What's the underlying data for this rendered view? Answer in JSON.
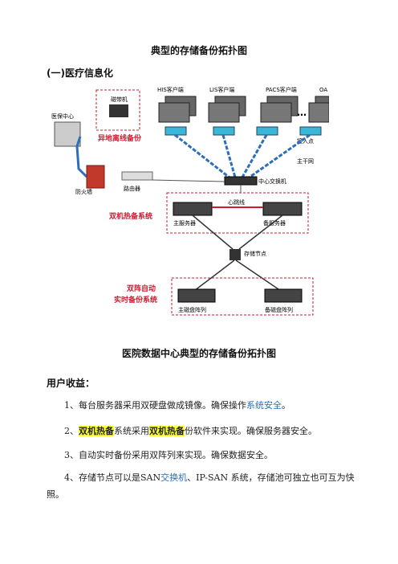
{
  "doc": {
    "title": "典型的存储备份拓扑图",
    "section_heading": "(一)医疗信息化",
    "caption": "医院数据中心典型的存储备份拓扑图",
    "benefits_heading": "用户收益：",
    "items": [
      {
        "pre": "1、每台服务器采用双硬盘做成镜像。确保操作",
        "link": "系统安全",
        "post": "。"
      },
      {
        "num": "2、",
        "hl1": "双机热备",
        "mid": "系统采用",
        "hl2": "双机热备",
        "post": "份软件来实现。确保服务器安全。"
      },
      {
        "text": "3、自动实时备份采用双阵列来实现。确保数据安全。"
      },
      {
        "pre": "4、存储节点可以是SAN",
        "link": "交换机",
        "post": "、IP-SAN 系统，存储池可独立也可互为快照。"
      }
    ]
  },
  "diagram": {
    "client_labels": [
      "HIS客户端",
      "LIS客户端",
      "PACS客户端",
      "OA"
    ],
    "ellipsis": "…",
    "tape_label": "磁带机",
    "offsite_label": "异地离线备份",
    "hospital_label": "医保中心",
    "access_label": "接入点",
    "trunk_label": "主干网",
    "core_switch_label": "中心交换机",
    "firewall_label": "防火墙",
    "router_label": "路由器",
    "heartbeat_label": "心跳线",
    "main_server_label": "主服务器",
    "standby_server_label": "备服务器",
    "ha_system_label": "双机热备系统",
    "storage_node_label": "存储节点",
    "dual_array_label_1": "双阵自动",
    "dual_array_label_2": "实时备份系统",
    "main_array_label": "主磁盘阵列",
    "standby_array_label": "备磁盘阵列",
    "colors": {
      "accent_red": "#d0182f",
      "link_blue": "#2a6fb8",
      "switch_cyan": "#39b6d8"
    }
  }
}
